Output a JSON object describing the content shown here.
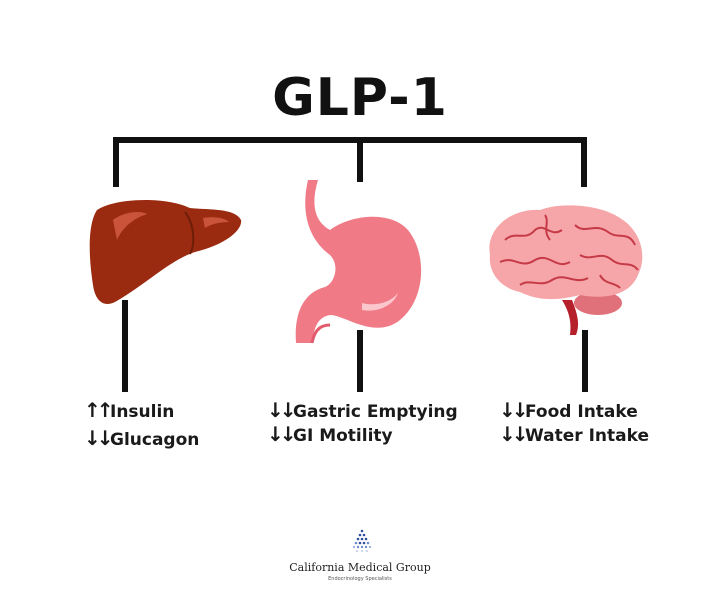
{
  "title": "GLP-1",
  "organs": [
    {
      "name": "liver",
      "color": "#9b2b10",
      "effects": [
        {
          "direction": "up",
          "arrows": "↑↑",
          "label": "Insulin"
        },
        {
          "direction": "down",
          "arrows": "↓↓",
          "label": "Glucagon"
        }
      ]
    },
    {
      "name": "stomach",
      "color": "#f07a86",
      "effects": [
        {
          "direction": "down",
          "arrows": "↓↓",
          "label": "Gastric Emptying"
        },
        {
          "direction": "down",
          "arrows": "↓↓",
          "label": "GI Motility"
        }
      ]
    },
    {
      "name": "brain",
      "color": "#f6a6a8",
      "effects": [
        {
          "direction": "down",
          "arrows": "↓↓",
          "label": "Food Intake"
        },
        {
          "direction": "down",
          "arrows": "↓↓",
          "label": "Water Intake"
        }
      ]
    }
  ],
  "logo": {
    "name": "California Medical Group",
    "tagline": "Endocrinology Specialists"
  }
}
